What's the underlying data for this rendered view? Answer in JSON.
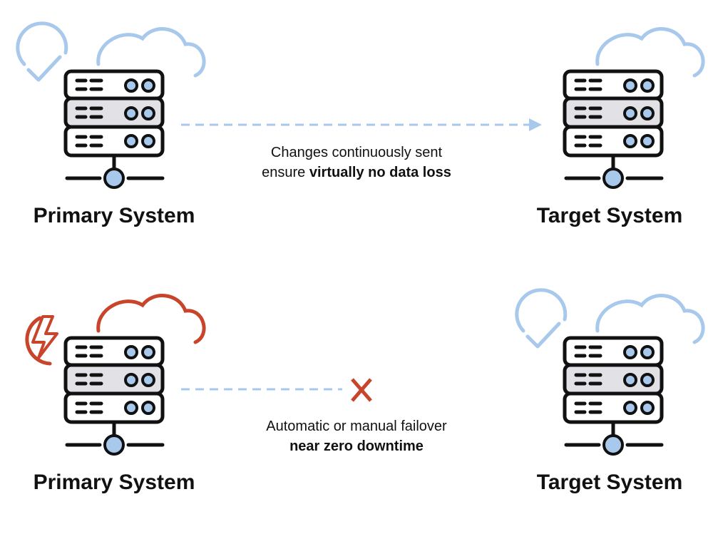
{
  "colors": {
    "outline": "#111111",
    "accent_blue": "#a8c8ec",
    "server_fill_light": "#ffffff",
    "server_fill_mid": "#e2e2e6",
    "alert_red": "#c8442a"
  },
  "rows": [
    {
      "primary": {
        "label": "Primary System",
        "status_icon": "check-circle-icon",
        "cloud_icon": "cloud-icon"
      },
      "target": {
        "label": "Target System",
        "status_icon": "",
        "cloud_icon": "cloud-icon"
      },
      "connector": {
        "style": "dashed-arrow",
        "end_icon": "arrow-head-icon"
      },
      "caption": {
        "line1": "Changes continuously sent",
        "line2_prefix": "ensure ",
        "line2_bold": "virtually no data loss"
      }
    },
    {
      "primary": {
        "label": "Primary System",
        "status_icon": "lightning-failure-icon",
        "cloud_icon": "cloud-icon"
      },
      "target": {
        "label": "Target System",
        "status_icon": "check-circle-icon",
        "cloud_icon": "cloud-icon"
      },
      "connector": {
        "style": "dashed-broken",
        "end_icon": "x-mark-icon",
        "end_text": "X"
      },
      "caption": {
        "line1": "Automatic or manual failover",
        "line2_prefix": "",
        "line2_bold": "near zero downtime"
      }
    }
  ]
}
